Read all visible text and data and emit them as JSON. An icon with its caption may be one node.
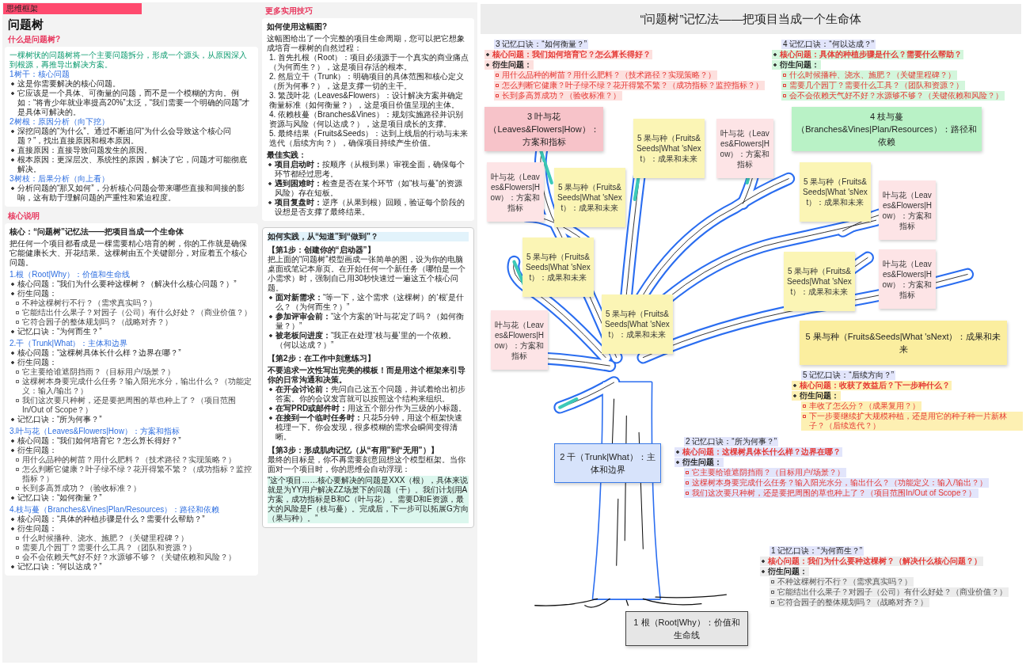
{
  "diagram": {
    "title": "“问题树”记忆法——把项目当成一个生命体",
    "nodes": [
      {
        "text": [
          "一棵树状的问题树将一个主要问题拆分，形成一个源头，从原因深入到根源，再推导出解决方案。",
          "1树干：核心问题",
          "这是你需要解决的核心问题。",
          "它应该是一个具体、可衡量的问题，而不是一个模糊的方向。例如：“将青少年就业率提高20%”太泛，“我们需要一个明确的问题”才是具体可解决的。",
          "2树根：原因分析（向下挖）",
          "深挖问题的“为什么”。通过不断追问“为什么会导致这个核心问题？”，找出直接原因和根本原因。",
          "直接原因：直接导致问题发生的原因。",
          "根本原因：更深层次、系统性的原因，解决了它，问题才可能彻底解决。",
          "3树枝：后果分析（向上看）",
          "分析问题的“那又如何”，分析核心问题会带来哪些直接和间接的影响，这有助于理解问题的严重性和紧迫程度。"
        ]
      },
      {
        "text": [
          "核心：“问题树”记忆法——把项目当成一个生命体",
          "把任何一个项目都看成是一棵需要精心培育的树，你的工作就是确保它能健康长大、开花结果。这棵树由五个关键部分，对应着五个核心问题。",
          "1.根（Root|Why）：价值和生命线",
          "核心问题：“我们为什么要种这棵树？（解决什么核心问题？）”",
          "衍生问题：",
          "不种这棵树行不行？（需求真实吗？）",
          "它能结出什么果子？对园子（公司）有什么好处？（商业价值？）",
          "它符合园子的整体规划吗？（战略对齐？）",
          "记忆口诀：“为何而生？”",
          "2.干（Trunk|What）：主体和边界",
          "核心问题：“这棵树具体长什么样？边界在哪？”",
          "衍生问题：",
          "它主要给谁遮阴挡雨？（目标用户/场景？）",
          "这棵树本身要完成什么任务？输入阳光水分，输出什么？（功能定义：输入/输出？）",
          "我们这次要只种树，还是要把周围的草也种上了？（项目范围In/Out of Scope？）",
          "记忆口诀：“所为何事？”",
          "3.叶与花（Leaves&Flowers|How）：方案和指标",
          "核心问题：“我们如何培育它？怎么算长得好？”",
          "衍生问题：",
          "用什么品种的树苗？用什么肥料？（技术路径？实现策略？）",
          "怎么判断它健康？叶子绿不绿？花开得繁不繁？（成功指标？监控指标？）",
          "长到多高算成功？（验收标准？）",
          "记忆口诀：“如何衡量？”",
          "4.枝与蔓（Branches&Vines|Plan/Resources）：路径和依赖",
          "核心问题：“具体的种植步骤是什么？需要什么帮助？”",
          "衍生问题：",
          "什么时候播种、浇水、施肥？（关键里程碑？）",
          "需要几个园丁？需要什么工具？（团队和资源？）",
          "会不会依赖天气好不好？水源够不够？（关键依赖和风险？）",
          "记忆口诀：“何以达成？”"
        ]
      },
      {
        "text": [
          "如何使用这幅图?",
          "这幅图给出了一个完整的项目生命周期，您可以把它想象成培育一棵树的自然过程：",
          "1. 首先扎根（Root）：项目必须源于一个真实的商业痛点（为何而生？），这是项目存活的根本。",
          "2. 然后立干（Trunk）：明确项目的具体范围和核心定义（所为何事？），这是支撑一切的主干。",
          "3. 繁茂叶花（Leaves&Flowers）：设计解决方案并确定衡量标准（如何衡量？），这是项目价值呈现的主体。",
          "4. 依赖枝蔓（Branches&Vines）：规划实施路径并识别资源与风险（何以达成？），这是项目成长的支撑。",
          "5. 最终结果（Fruits&Seeds）：达到上线后的行动与未来迭代（后续方向？），确保项目持续产生价值。",
          "最佳实践：",
          "**项目启动时：**按顺序（从根到果）审视全面，确保每个环节都经过思考。",
          "**遇到困难时：**检查是否在某个环节（如“枝与蔓”的资源风险）存在短板。",
          "**项目复盘时：**逆序（从果到根）回顾，验证每个阶段的设想是否支撑了最终结果。"
        ]
      },
      {
        "text": [
          "如何实践，从“知道”到“做到”？",
          "【第1步：创建你的“启动器”】",
          "把上面的“问题树”模型画成一张简单的图，设为你的电脑桌面或笔记本扉页。在开始任何一个新任务（哪怕是一个小需求）时，强制自己用30秒快速过一遍这五个核心问题。",
          "**面对新需求：**“等一下，这个需求（这棵树）的‘根’是什么？（为何而生？）”",
          "**参加评审会前：**“这个方案的‘叶与花’定了吗？（如何衡量？）”",
          "**被老板问进度：**“我正在处理‘枝与蔓’里的一个依赖。（何以达成？）”",
          "【第2步：在工作中刻意练习】",
          "不要追求一次性写出完美的模板！而是用这个框架来引导你的日常沟通和决策。",
          "**在开会讨论前：**先问自己这五个问题，并试着给出初步答案。你的会议发言就可以按照这个结构来组织。",
          "**在写PRD或邮件时：**用这五个部分作为三级的小标题。",
          "**在接到一个临时任务时：**只花5分钟，用这个框架快速梳理一下。你会发现，很多模糊的需求会瞬间变得清晰。",
          "【第3步：形成肌肉记忆（从“有用”到“无用”）】",
          "最终的目标是，你不再需要刻意回想这个模型框架。当你面对一个项目时，你的思维会自动浮现：",
          "“这个项目……核心要解决的问题是XXX（根），具体来说就是为YY用户解决ZZ场景下的问题（干）。我们计划用A方案，成功指标是B和C（叶与花）。需要D和E资源，最大的风险是F（枝与蔓）。完成后，下一步可以拓展G方向（果与种）。”"
        ]
      },
      {
        "text": [
          "3 叶与花（Leaves&Flowers|How）：方案和指标"
        ]
      },
      {
        "text": [
          "5 果与种（Fruits&Seeds|What 'sNext）：成果和未来"
        ]
      },
      {
        "text": [
          "叶与花（Leaves&Flowers|How）：方案和指标"
        ]
      },
      {
        "text": [
          "4 枝与蔓（Branches&Vines|Plan/Resources）：路径和依赖"
        ]
      },
      {
        "text": [
          "5 果与种（Fruits&Seeds|What 'sNext）：成果和未来"
        ]
      },
      {
        "text": [
          "5 果与种（Fruits&Seeds|What 'sNext）：成果和未来"
        ]
      },
      {
        "text": [
          "叶与花（Leaves&Flowers|How）：方案和指标"
        ]
      },
      {
        "text": [
          "叶与花（Leaves&Flowers|How）：方案和指标"
        ]
      },
      {
        "text": [
          "叶与花（Leaves&Flowers|How）：方案和指标"
        ]
      },
      {
        "text": [
          "5 果与种（Fruits&Seeds|What 'sNext）：成果和未来"
        ]
      },
      {
        "text": [
          "5 果与种（Fruits&Seeds|What 'sNext）：成果和未来"
        ]
      },
      {
        "text": [
          "5 果与种（Fruits&Seeds|What 'sNext）：成果和未来"
        ]
      },
      {
        "text": [
          "叶与花（Leaves&Flowers|How）：方案和指标"
        ]
      },
      {
        "text": [
          "5 果与种（Fruits&Seeds|What 'sNext）：成果和未来"
        ]
      },
      {
        "text": [
          "2 干（Trunk|What）：主体和边界"
        ]
      },
      {
        "text": [
          "1 根（Root|Why）：价值和生命线"
        ]
      }
    ],
    "labels": [
      "思维框架",
      "问题树",
      "什么是问题树?",
      "核心说明",
      "更多实用技巧",
      "3 记忆口诀：“如何衡量？”",
      "**核心问题：**我们如何培育它？怎么算长得好？",
      "衍生问题：",
      "用什么品种的树苗？用什么肥料？（技术路径？实现策略？）",
      "怎么判断它健康？叶子绿不绿？花开得繁不繁？（成功指标？监控指标？）",
      "长到多高算成功？（验收标准？）",
      "4 记忆口诀：“何以达成？”",
      "**核心问题：**具体的种植步骤是什么？需要什么帮助？",
      "衍生问题：",
      "什么时候播种、浇水、施肥？（关键里程碑？）",
      "需要几个园丁？需要什么工具？（团队和资源？）",
      "会不会依赖天气好不好？水源够不够？（关键依赖和风险？）",
      "5 记忆口诀：“后续方向？”",
      "**核心问题：**收获了效益后？下一步种什么？",
      "衍生问题：",
      "丰收了怎么分？（成果复用？）",
      "下一步要继续扩大规模种植，还是用它的种子种一片新林子？（后续迭代？）",
      "2 记忆口诀：“所为何事？”",
      "**核心问题：**这棵树具体长什么样？边界在哪？",
      "衍生问题：",
      "它主要给谁遮阴挡雨？（目标用户/场景？）",
      "这棵树本身要完成什么任务？输入阳光水分，输出什么？（功能定义：输入/输出？）",
      "我们这次要只种树，还是要把周围的草也种上了？（项目范围In/Out of Scope？）",
      "1 记忆口诀：“为何而生？”",
      "**核心问题：**我们为什么要种这棵树？（解决什么核心问题？）",
      "衍生问题：",
      "不种这棵树行不行？（需求真实吗？）",
      "它能结出什么果子？对园子（公司）有什么好处？（商业价值？）",
      "它符合园子的整体规划吗？（战略对齐？）"
    ]
  }
}
